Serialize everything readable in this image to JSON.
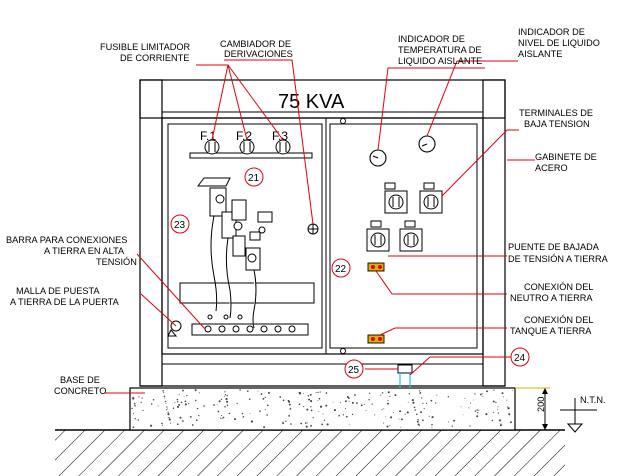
{
  "title": "75 KVA",
  "labels": {
    "fusible_1": "FUSIBLE LIMITADOR",
    "fusible_2": "DE CORRIENTE",
    "cambiador_1": "CAMBIADOR DE",
    "cambiador_2": "DERIVACIONES",
    "ind_temp_1": "INDICADOR DE",
    "ind_temp_2": "TEMPERATURA DE",
    "ind_temp_3": "LIQUIDO AISLANTE",
    "ind_nivel_1": "INDICADOR DE",
    "ind_nivel_2": "NIVEL DE LIQUIDO",
    "ind_nivel_3": "AISLANTE",
    "terminales_1": "TERMINALES DE",
    "terminales_2": "BAJA TENSION",
    "gabinete_1": "GABINETE DE",
    "gabinete_2": "ACERO",
    "barra_1": "BARRA PARA CONEXIONES",
    "barra_2": "A TIERRA EN ALTA",
    "barra_3": "TENSIÓN",
    "malla_1": "MALLA DE PUESTA",
    "malla_2": "A TIERRA DE LA PUERTA",
    "puente_1": "PUENTE DE BAJADA",
    "puente_2": "DE TENSIÓN A TIERRA",
    "neutro_1": "CONEXIÓN DEL",
    "neutro_2": "NEUTRO A TIERRA",
    "tanque_1": "CONEXIÓN DEL",
    "tanque_2": "TANQUE A TIERRA",
    "base_1": "BASE DE",
    "base_2": "CONCRETO",
    "ntn": "N.T.N.",
    "dim_200": "200"
  },
  "fuses": [
    "F.1",
    "F.2",
    "F.3"
  ],
  "callouts": [
    "21",
    "22",
    "23",
    "24",
    "25"
  ],
  "colors": {
    "leader": "#e0000f",
    "hatch_green": "#1a8a1a",
    "cyan": "#20c0e0",
    "yellow": "#e0b000",
    "line": "#000000"
  }
}
